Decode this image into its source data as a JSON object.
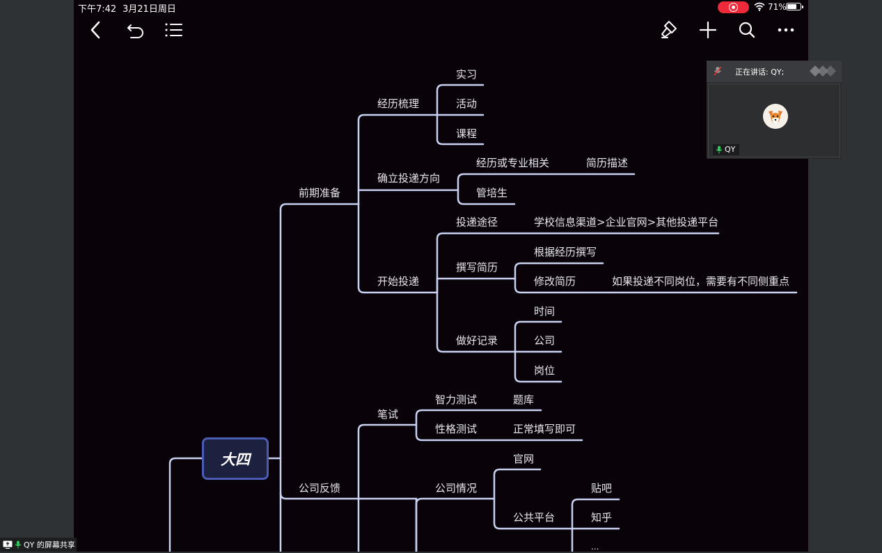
{
  "status_bar": {
    "time": "下午7:42",
    "date": "3月21日周日",
    "battery": "71%",
    "battery_level": 0.71
  },
  "toolbar": {
    "icons": [
      "back-icon",
      "undo-icon",
      "outline-icon",
      "format-icon",
      "add-icon",
      "search-icon",
      "more-icon"
    ]
  },
  "mindmap": {
    "root": "大四",
    "branches": {
      "prep": "前期准备",
      "feedback": "公司反馈"
    },
    "prep": {
      "experience": "经历梳理",
      "internship": "实习",
      "activity": "活动",
      "course": "课程",
      "direction": "确立投递方向",
      "related": "经历或专业相关",
      "resume_desc": "简历描述",
      "trainee": "管培生",
      "start": "开始投递",
      "channel": "投递途径",
      "channel_detail": "学校信息渠道>企业官网>其他投递平台",
      "write": "撰写简历",
      "by_exp": "根据经历撰写",
      "modify": "修改简历",
      "modify_detail": "如果投递不同岗位，需要有不同侧重点",
      "record": "做好记录",
      "time": "时间",
      "company": "公司",
      "position": "岗位"
    },
    "feedback": {
      "written": "笔试",
      "iq": "智力测试",
      "bank": "题库",
      "personality": "性格测试",
      "normal": "正常填写即可",
      "company_info": "公司情况",
      "official": "官网",
      "public": "公共平台",
      "tieba": "贴吧",
      "zhihu": "知乎",
      "etc": "..."
    }
  },
  "meeting": {
    "speaking": "正在讲话: QY;",
    "participant": "QY"
  },
  "screen_share": {
    "label": "QY 的屏幕共享"
  },
  "colors": {
    "canvas": "#090209",
    "line": "#c9d2f2",
    "root_border": "#4b5cb5",
    "record": "#ee2a3a"
  }
}
